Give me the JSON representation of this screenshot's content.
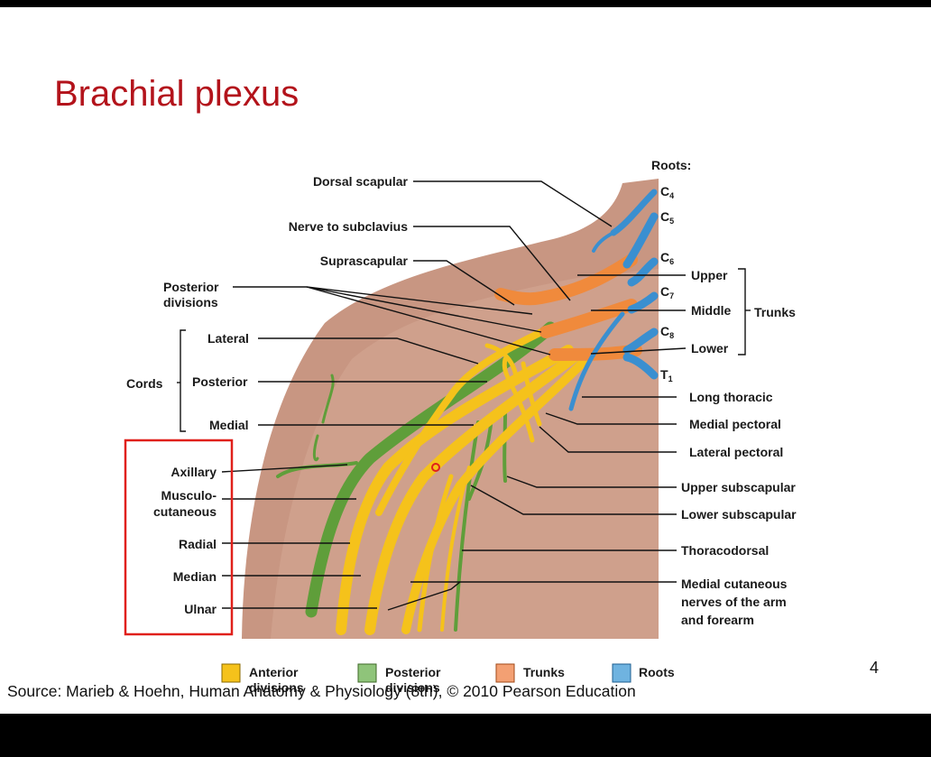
{
  "title": "Brachial plexus",
  "page_number": "4",
  "source": "Source: Marieb & Hoehn, Human Anatomy & Physiology (8th), © 2010 Pearson Education",
  "colors": {
    "title": "#b3131b",
    "anterior": "#f5c21b",
    "posterior": "#5f9e3a",
    "trunks": "#f08a3c",
    "roots": "#3a8fd0",
    "skin": "#c89682",
    "highlight_box": "#e0201b"
  },
  "labels": {
    "roots_heading": "Roots:",
    "root_c4": "C",
    "root_c4_sub": "4",
    "root_c5": "C",
    "root_c5_sub": "5",
    "root_c6": "C",
    "root_c6_sub": "6",
    "root_c7": "C",
    "root_c7_sub": "7",
    "root_c8": "C",
    "root_c8_sub": "8",
    "root_t1": "T",
    "root_t1_sub": "1",
    "dorsal_scapular": "Dorsal scapular",
    "nerve_to_subclavius": "Nerve to subclavius",
    "suprascapular": "Suprascapular",
    "posterior_divisions_1": "Posterior",
    "posterior_divisions_2": "divisions",
    "lateral": "Lateral",
    "posterior": "Posterior",
    "medial": "Medial",
    "cords": "Cords",
    "upper": "Upper",
    "middle": "Middle",
    "lower": "Lower",
    "trunks": "Trunks",
    "long_thoracic": "Long thoracic",
    "medial_pectoral": "Medial pectoral",
    "lateral_pectoral": "Lateral pectoral",
    "upper_subscapular": "Upper subscapular",
    "lower_subscapular": "Lower subscapular",
    "thoracodorsal": "Thoracodorsal",
    "medial_cutaneous_1": "Medial cutaneous",
    "medial_cutaneous_2": "nerves of the arm",
    "medial_cutaneous_3": "and forearm",
    "axillary": "Axillary",
    "musculocutaneous_1": "Musculo-",
    "musculocutaneous_2": "cutaneous",
    "radial": "Radial",
    "median": "Median",
    "ulnar": "Ulnar"
  },
  "legend": [
    {
      "line1": "Anterior",
      "line2": "divisions"
    },
    {
      "line1": "Posterior",
      "line2": "divisions"
    },
    {
      "line1": "Trunks"
    },
    {
      "line1": "Roots"
    }
  ]
}
